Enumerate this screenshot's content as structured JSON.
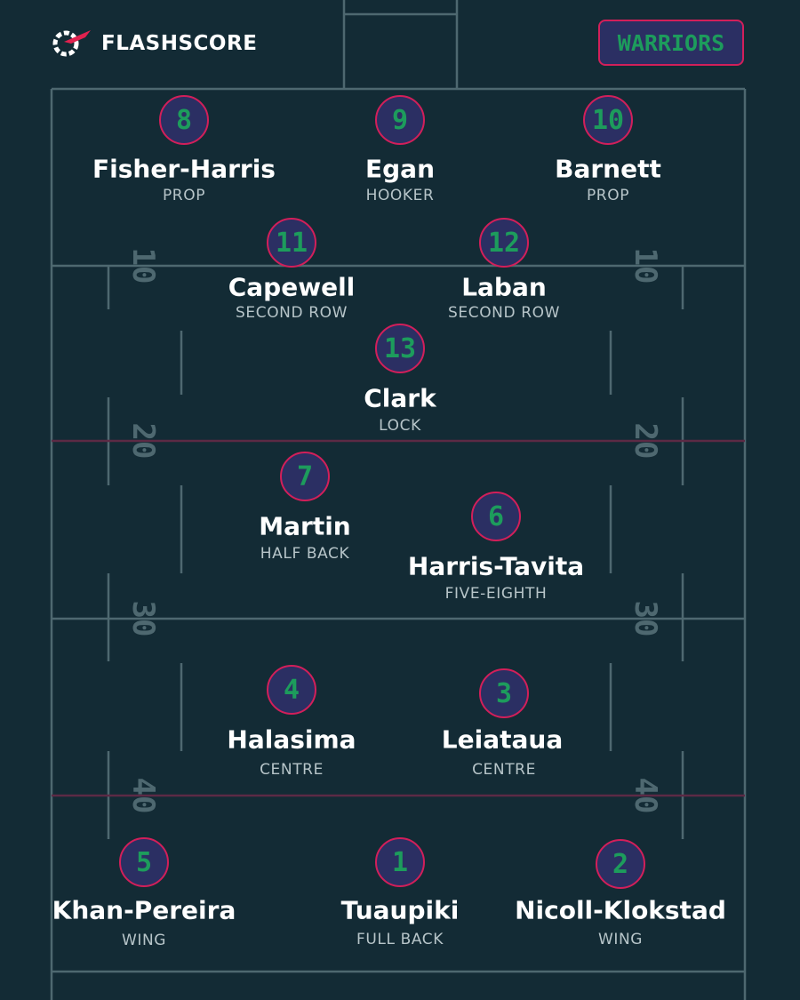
{
  "brand": {
    "name": "FLASHSCORE",
    "accent": "#e0224f"
  },
  "team": {
    "name": "WARRIORS",
    "jersey_fill": "#2b2f63",
    "jersey_border": "#d21f5a",
    "number_color": "#1d9c5c"
  },
  "field": {
    "background": "#132b35",
    "line_color": "#4e6870",
    "marker_line_color": "#5c2a45"
  },
  "yard_markers": [
    "10",
    "20",
    "30",
    "40"
  ],
  "players": [
    {
      "number": "8",
      "name": "Fisher-Harris",
      "position": "PROP"
    },
    {
      "number": "9",
      "name": "Egan",
      "position": "HOOKER"
    },
    {
      "number": "10",
      "name": "Barnett",
      "position": "PROP"
    },
    {
      "number": "11",
      "name": "Capewell",
      "position": "SECOND ROW"
    },
    {
      "number": "12",
      "name": "Laban",
      "position": "SECOND ROW"
    },
    {
      "number": "13",
      "name": "Clark",
      "position": "LOCK"
    },
    {
      "number": "7",
      "name": "Martin",
      "position": "HALF BACK"
    },
    {
      "number": "6",
      "name": "Harris-Tavita",
      "position": "FIVE-EIGHTH"
    },
    {
      "number": "4",
      "name": "Halasima",
      "position": "CENTRE"
    },
    {
      "number": "3",
      "name": "Leiataua",
      "position": "CENTRE"
    },
    {
      "number": "5",
      "name": "Khan-Pereira",
      "position": "WING"
    },
    {
      "number": "1",
      "name": "Tuaupiki",
      "position": "FULL BACK"
    },
    {
      "number": "2",
      "name": "Nicoll-Klokstad",
      "position": "WING"
    }
  ]
}
